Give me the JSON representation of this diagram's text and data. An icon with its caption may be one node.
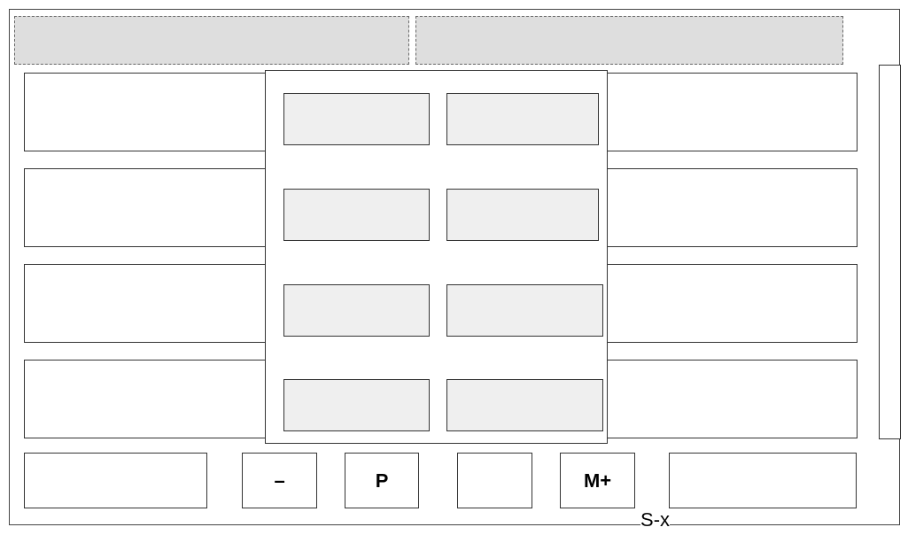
{
  "diagram": {
    "nodes": [
      {
        "text": [],
        "shape": "band"
      },
      {
        "text": [],
        "shape": "band"
      },
      {
        "text": [],
        "shape": "box"
      },
      {
        "text": [],
        "shape": "box"
      },
      {
        "text": [],
        "shape": "box",
        "in": 3
      },
      {
        "text": [],
        "shape": "box",
        "in": 3
      },
      {
        "text": [],
        "shape": "box",
        "in": 3
      },
      {
        "text": [],
        "shape": "box",
        "in": 3
      },
      {
        "text": [],
        "shape": "box",
        "in": 3
      },
      {
        "text": [],
        "shape": "box",
        "in": 3
      },
      {
        "text": [],
        "shape": "box",
        "in": 3
      },
      {
        "text": [],
        "shape": "box",
        "in": 3
      },
      {
        "text": [],
        "shape": "box"
      },
      {
        "text": [],
        "shape": "bar"
      },
      {
        "text": [],
        "shape": "box"
      },
      {
        "text": [],
        "shape": "box"
      },
      {
        "text": [],
        "shape": "box"
      },
      {
        "text": [],
        "shape": "box"
      },
      {
        "text": [],
        "shape": "box"
      },
      {
        "text": [],
        "shape": "box"
      },
      {
        "text": [],
        "shape": "box"
      },
      {
        "text": [
          "–"
        ]
      },
      {
        "text": [
          "P"
        ]
      },
      {
        "text": [],
        "shape": "box"
      },
      {
        "text": [
          "M+"
        ]
      },
      {
        "text": [],
        "shape": "box"
      }
    ],
    "edges": [],
    "labels": [
      "S-x"
    ]
  }
}
